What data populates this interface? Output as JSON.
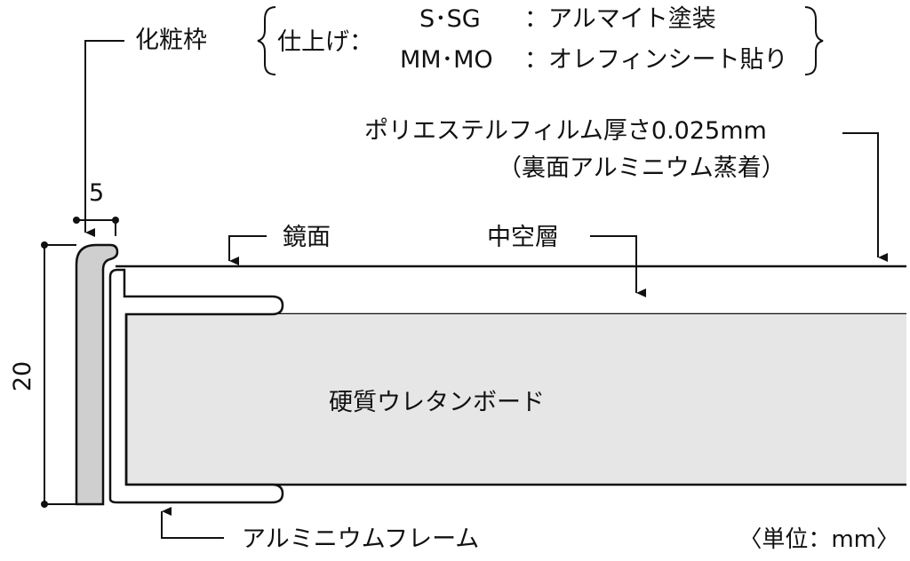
{
  "frame_label": "化粧枠",
  "finish_label": "仕上げ：",
  "finish_options": [
    {
      "code": "S･SG",
      "desc": "：アルマイト塗装"
    },
    {
      "code": "MM･MO",
      "desc": "：オレフィンシート貼り"
    }
  ],
  "film_label": "ポリエステルフィルム厚さ0.025mm",
  "film_sub_label": "（裏面アルミニウム蒸着）",
  "mirror_label": "鏡面",
  "hollow_label": "中空層",
  "board_label": "硬質ウレタンボード",
  "aluminum_frame_label": "アルミニウムフレーム",
  "dim_width": "5",
  "dim_height": "20",
  "unit_label": "〈単位：mm〉",
  "colors": {
    "line": "#111111",
    "board_fill": "#e6e6e6",
    "frame_fill": "#cfcfcf",
    "background": "#ffffff"
  }
}
